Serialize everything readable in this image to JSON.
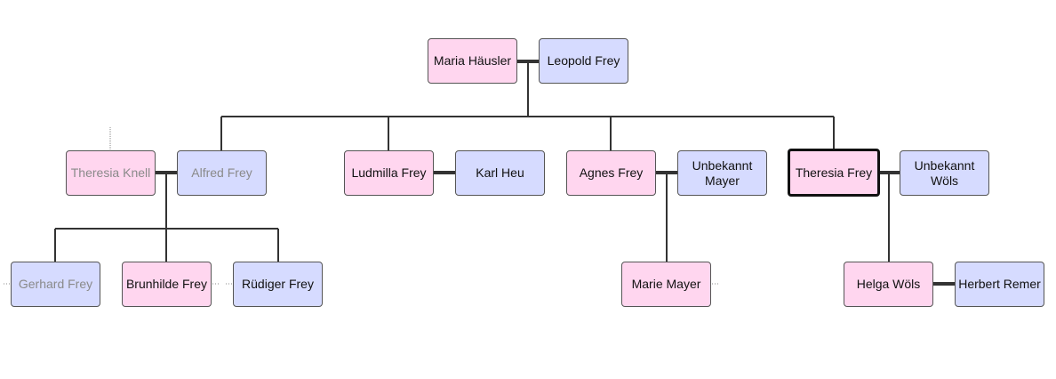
{
  "colors": {
    "female": "#ffd6ef",
    "male": "#d6dbff",
    "border": "#555555",
    "connector": "#333333"
  },
  "people": {
    "maria_haeusler": "Maria Häusler",
    "leopold_frey": "Leopold Frey",
    "theresia_knell": "Theresia Knell",
    "alfred_frey": "Alfred Frey",
    "ludmilla_frey": "Ludmilla Frey",
    "karl_heu": "Karl Heu",
    "agnes_frey": "Agnes Frey",
    "unbekannt_mayer": "Unbekannt Mayer",
    "theresia_frey": "Theresia Frey",
    "unbekannt_woels": "Unbekannt Wöls",
    "gerhard_frey": "Gerhard Frey",
    "brunhilde_frey": "Brunhilde Frey",
    "ruediger_frey": "Rüdiger Frey",
    "marie_mayer": "Marie Mayer",
    "helga_woels": "Helga Wöls",
    "herbert_remer": "Herbert Remer"
  },
  "selected_person": "Theresia Frey"
}
